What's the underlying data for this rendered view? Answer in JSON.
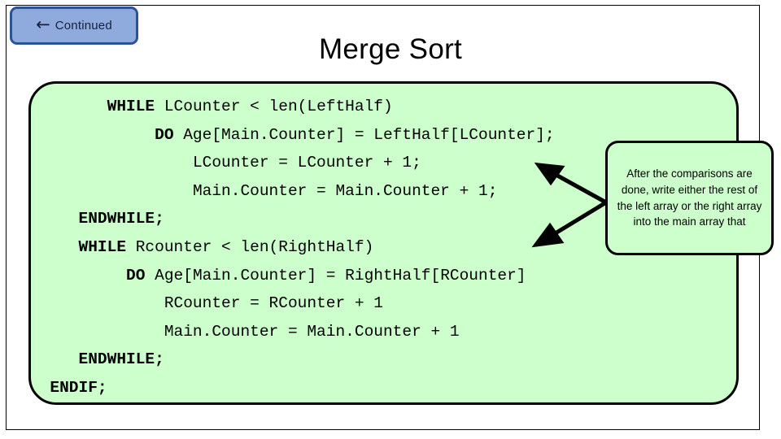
{
  "slide": {
    "title": "Merge Sort",
    "background_color": "#FFFFFF",
    "border_color": "#000000"
  },
  "back_button": {
    "label": "Continued",
    "arrow_icon": "←",
    "fill_color": "#8FAADC",
    "border_color": "#2E5395"
  },
  "code_box": {
    "fill_color": "#CCFFCC",
    "border_color": "#000000",
    "lines": [
      {
        "indent": "        ",
        "keyword": "WHILE",
        "rest": " LCounter < len(LeftHalf)"
      },
      {
        "indent": "             ",
        "keyword": "DO",
        "rest": " Age[Main.Counter] = LeftHalf[LCounter];"
      },
      {
        "indent": "                 ",
        "keyword": "",
        "rest": "LCounter = LCounter + 1;"
      },
      {
        "indent": "                 ",
        "keyword": "",
        "rest": "Main.Counter = Main.Counter + 1;"
      },
      {
        "indent": "     ",
        "keyword": "ENDWHILE;",
        "rest": ""
      },
      {
        "indent": "     ",
        "keyword": "WHILE",
        "rest": " Rcounter < len(RightHalf)"
      },
      {
        "indent": "          ",
        "keyword": "DO",
        "rest": " Age[Main.Counter] = RightHalf[RCounter]"
      },
      {
        "indent": "              ",
        "keyword": "",
        "rest": "RCounter = RCounter + 1"
      },
      {
        "indent": "              ",
        "keyword": "",
        "rest": "Main.Counter = Main.Counter + 1"
      },
      {
        "indent": "     ",
        "keyword": "ENDWHILE;",
        "rest": ""
      },
      {
        "indent": "  ",
        "keyword": "ENDIF;",
        "rest": ""
      }
    ]
  },
  "callout": {
    "text": "After the comparisons are done, write either the rest of the left array or the right array into the main array that",
    "fill_color": "#CCFFCC",
    "border_color": "#000000",
    "arrow_count": 2
  }
}
